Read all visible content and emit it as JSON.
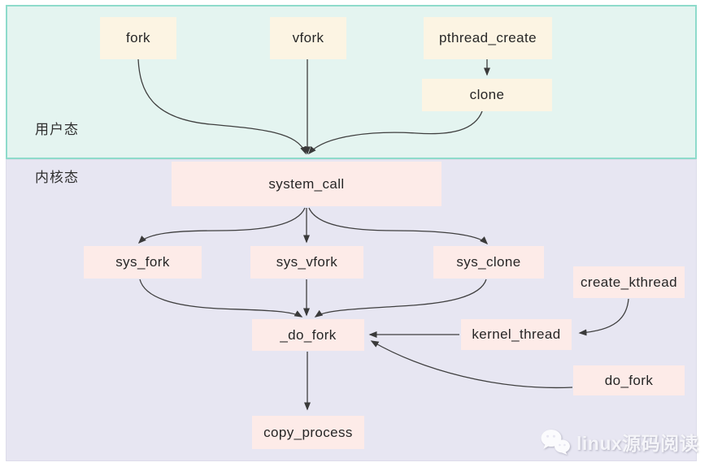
{
  "regions": {
    "user": {
      "label": "用户态"
    },
    "kernel": {
      "label": "内核态"
    }
  },
  "nodes": {
    "fork": "fork",
    "vfork": "vfork",
    "pthread_create": "pthread_create",
    "clone": "clone",
    "system_call": "system_call",
    "sys_fork": "sys_fork",
    "sys_vfork": "sys_vfork",
    "sys_clone": "sys_clone",
    "create_kthread": "create_kthread",
    "kernel_thread": "kernel_thread",
    "_do_fork": "_do_fork",
    "do_fork": "do_fork",
    "copy_process": "copy_process"
  },
  "edges": [
    {
      "from": "fork",
      "to": "system_call"
    },
    {
      "from": "vfork",
      "to": "system_call"
    },
    {
      "from": "pthread_create",
      "to": "clone"
    },
    {
      "from": "clone",
      "to": "system_call"
    },
    {
      "from": "system_call",
      "to": "sys_fork"
    },
    {
      "from": "system_call",
      "to": "sys_vfork"
    },
    {
      "from": "system_call",
      "to": "sys_clone"
    },
    {
      "from": "sys_fork",
      "to": "_do_fork"
    },
    {
      "from": "sys_vfork",
      "to": "_do_fork"
    },
    {
      "from": "sys_clone",
      "to": "_do_fork"
    },
    {
      "from": "create_kthread",
      "to": "kernel_thread"
    },
    {
      "from": "kernel_thread",
      "to": "_do_fork"
    },
    {
      "from": "do_fork",
      "to": "_do_fork"
    },
    {
      "from": "_do_fork",
      "to": "copy_process"
    }
  ],
  "watermark": {
    "text": "linux源码阅读",
    "logo": "wechat-icon"
  },
  "colors": {
    "user_region_bg": "#e4f4f0",
    "user_region_border": "#8edbcb",
    "kernel_region_bg": "#e7e6f2",
    "user_node_bg": "#fcf4e3",
    "kernel_node_bg": "#fdebe8",
    "arrow": "#3f3f3f",
    "text": "#262626",
    "watermark_text": "#f5f5f9"
  }
}
